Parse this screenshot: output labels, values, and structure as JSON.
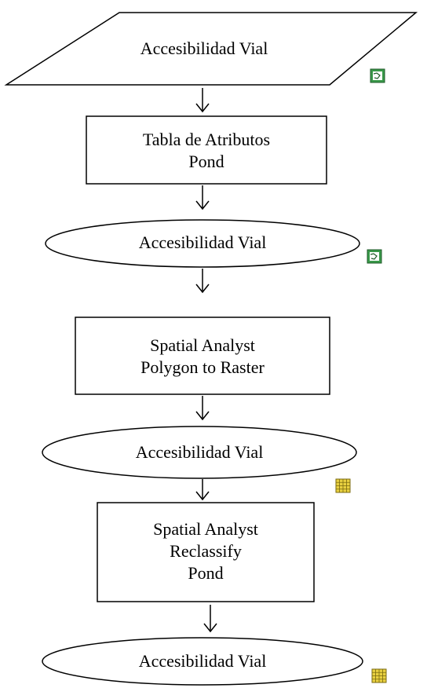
{
  "diagram": {
    "nodes": [
      {
        "id": "n1",
        "shape": "parallelogram",
        "lines": [
          "Accesibilidad Vial"
        ],
        "icon": "polygon-layer-icon"
      },
      {
        "id": "n2",
        "shape": "rectangle",
        "lines": [
          "Tabla de Atributos",
          "Pond"
        ]
      },
      {
        "id": "n3",
        "shape": "ellipse",
        "lines": [
          "Accesibilidad Vial"
        ],
        "icon": "polygon-layer-icon"
      },
      {
        "id": "n4",
        "shape": "rectangle",
        "lines": [
          "Spatial Analyst",
          "Polygon to Raster"
        ]
      },
      {
        "id": "n5",
        "shape": "ellipse",
        "lines": [
          "Accesibilidad Vial"
        ],
        "icon": "raster-grid-icon"
      },
      {
        "id": "n6",
        "shape": "rectangle",
        "lines": [
          "Spatial Analyst",
          "Reclassify",
          "Pond"
        ]
      },
      {
        "id": "n7",
        "shape": "ellipse",
        "lines": [
          "Accesibilidad Vial"
        ],
        "icon": "raster-grid-icon"
      }
    ],
    "edges": [
      {
        "from": "n1",
        "to": "n2"
      },
      {
        "from": "n2",
        "to": "n3"
      },
      {
        "from": "n3",
        "to": "n4"
      },
      {
        "from": "n4",
        "to": "n5"
      },
      {
        "from": "n5",
        "to": "n6"
      },
      {
        "from": "n6",
        "to": "n7"
      }
    ],
    "colors": {
      "stroke": "#000000",
      "fill": "#ffffff",
      "vector_icon_green": "#3a9a4a",
      "raster_icon_yellow": "#e8d040"
    }
  }
}
